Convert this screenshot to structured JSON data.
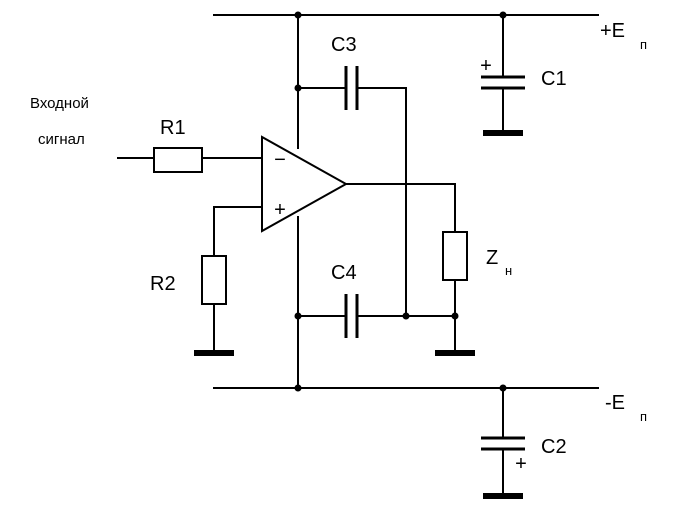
{
  "input": {
    "line1": "Входной",
    "line2": "сигнал"
  },
  "rails": {
    "positive": {
      "label": "+E",
      "sub": "п"
    },
    "negative": {
      "label": "-E",
      "sub": "п"
    }
  },
  "components": {
    "r1": "R1",
    "r2": "R2",
    "c1": "C1",
    "c2": "C2",
    "c3": "C3",
    "c4": "C4",
    "load": {
      "label": "Z",
      "sub": "н"
    }
  },
  "opamp": {
    "inverting": "−",
    "noninverting": "+"
  },
  "polarity": {
    "c1": "+",
    "c2": "+"
  }
}
